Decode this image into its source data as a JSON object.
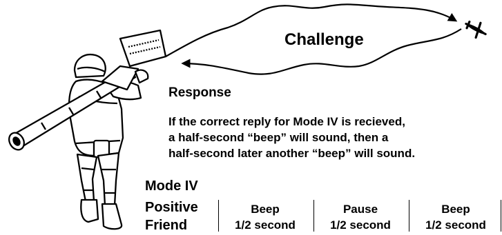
{
  "challenge": {
    "label": "Challenge"
  },
  "response": {
    "heading": "Response",
    "lines": [
      "If the correct reply for Mode IV is recieved,",
      "a half-second “beep” will sound, then a",
      "half-second later another “beep” will sound."
    ]
  },
  "table": {
    "title": "Mode IV",
    "row_labels": [
      "Positive",
      "Friend"
    ],
    "columns": [
      {
        "name": "Beep",
        "duration": "1/2 second"
      },
      {
        "name": "Pause",
        "duration": "1/2 second"
      },
      {
        "name": "Beep",
        "duration": "1/2 second"
      }
    ]
  },
  "icons": [
    "soldier-with-launcher-icon",
    "aircraft-icon",
    "challenge-arrow-icon",
    "response-arrow-icon"
  ]
}
